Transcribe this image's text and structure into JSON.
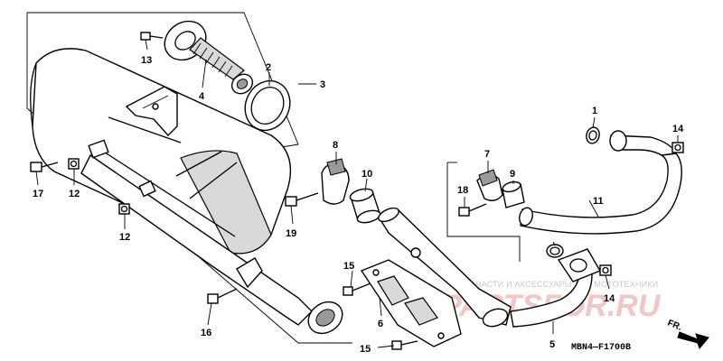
{
  "diagram": {
    "code": "MBN4—F1700B",
    "direction_label": "FR.",
    "watermark_line": "ЗАПЧАСТИ И АКСЕССУАРЫ ДЛЯ МОТОТЕХНИКИ",
    "watermark_brand": "PARTSFOR.RU",
    "callouts": {
      "c1": "1",
      "c2": "2",
      "c3": "3",
      "c4": "4",
      "c5": "5",
      "c6": "6",
      "c7": "7",
      "c8": "8",
      "c9": "9",
      "c10": "10",
      "c11": "11",
      "c12a": "12",
      "c12b": "12",
      "c13": "13",
      "c14a": "14",
      "c14b": "14",
      "c15a": "15",
      "c15b": "15",
      "c16": "16",
      "c17": "17",
      "c18": "18",
      "c19": "19"
    }
  }
}
